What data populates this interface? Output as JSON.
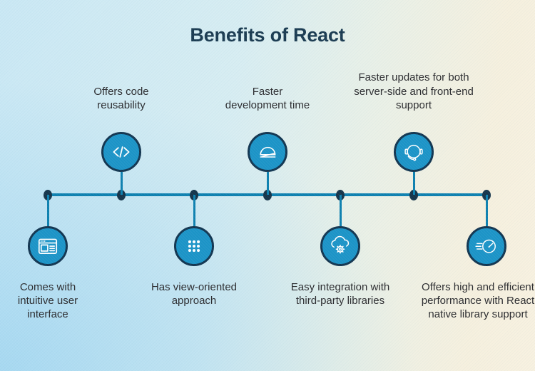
{
  "title": "Benefits of React",
  "colors": {
    "background_left": "#cae8f4",
    "background_right": "#f8f1e0",
    "title": "#1a3a50",
    "text": "#2b2b2e",
    "timeline_line": "#0d80af",
    "timeline_dot": "#14344a",
    "node_fill": "#1c94c7",
    "node_border": "#123550",
    "icon": "#ffffff"
  },
  "timeline": {
    "items": [
      {
        "label": "Comes with intuitive user interface",
        "side": "bottom",
        "icon": "browser-window-icon"
      },
      {
        "label": "Offers code reusability",
        "side": "top",
        "icon": "code-icon"
      },
      {
        "label": "Has view-oriented approach",
        "side": "bottom",
        "icon": "grid-dots-icon"
      },
      {
        "label": "Faster development time",
        "side": "top",
        "icon": "gauge-icon"
      },
      {
        "label": "Easy integration with third-party libraries",
        "side": "bottom",
        "icon": "cloud-gear-icon"
      },
      {
        "label": "Faster updates for both server-side and front-end support",
        "side": "top",
        "icon": "headset-icon"
      },
      {
        "label": "Offers high and efficient performance with React native library support",
        "side": "bottom",
        "icon": "speedometer-icon"
      }
    ]
  }
}
